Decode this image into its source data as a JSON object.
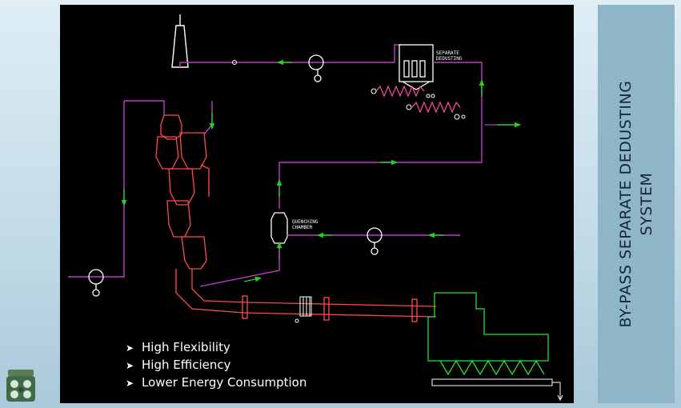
{
  "title": {
    "line1": "BY-PASS SEPARATE DEDUSTING",
    "line2": "SYSTEM"
  },
  "bullets": [
    {
      "marker": "➤",
      "text": "High Flexibility"
    },
    {
      "marker": "➤",
      "text": "High Efficiency"
    },
    {
      "marker": "➤",
      "text": "Lower Energy Consumption"
    }
  ],
  "diagram": {
    "labels": {
      "separate_dedusting": [
        "SEPARATE",
        "DEDUSTING"
      ],
      "quenching_chamber": [
        "QUENCHING",
        "CHAMBER"
      ]
    },
    "colors": {
      "background": "#000000",
      "gas_line": "#c03cc0",
      "flow_arrow": "#25d025",
      "kiln": "#e83a3a",
      "equipment": "#2ee02e",
      "fan": "#ffffff",
      "screw_conveyor": "#ff4fa0"
    },
    "icons": [
      "stack-icon",
      "fan-icon",
      "bag-filter-icon",
      "screw-conveyor-icon",
      "preheater-icon",
      "kiln-icon",
      "cooler-icon",
      "quenching-chamber-icon",
      "logo-icon"
    ]
  }
}
